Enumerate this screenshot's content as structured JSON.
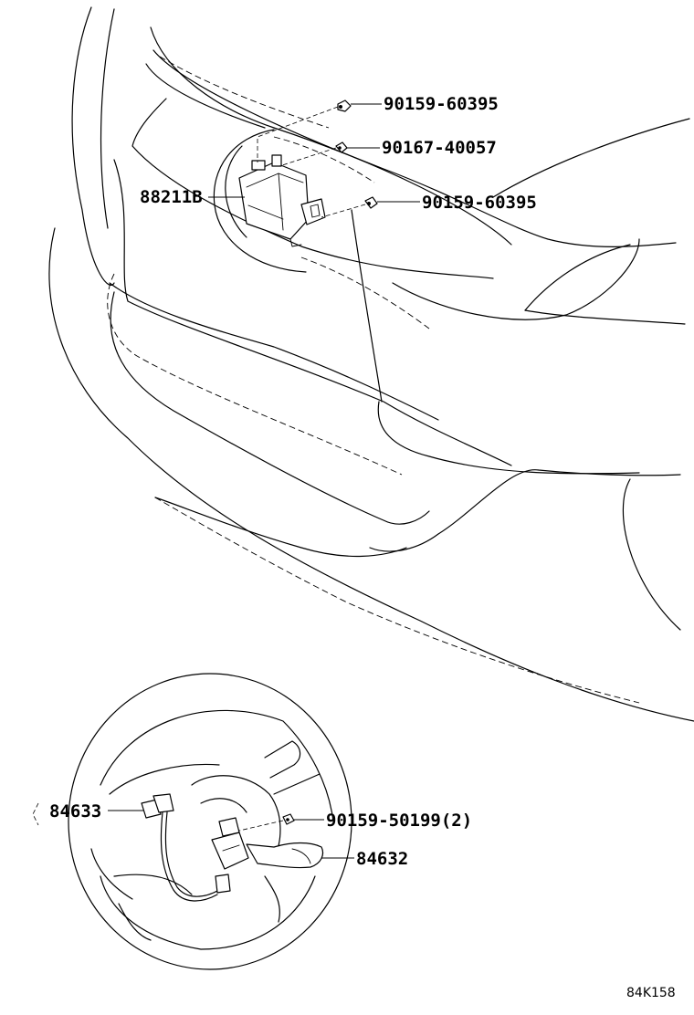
{
  "diagram": {
    "code": "84K158",
    "callouts": {
      "radar_sensor": "88211B",
      "bolt_top": "90159-60395",
      "bolt_mid": "90167-40057",
      "bolt_right": "90159-60395",
      "wire_harness": "84633",
      "switch_bolt": "90159-50199(2)",
      "cruise_switch": "84632"
    }
  }
}
